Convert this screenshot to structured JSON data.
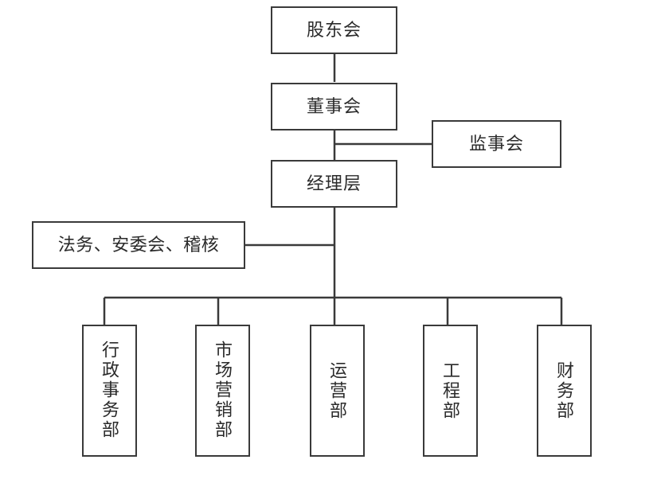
{
  "diagram": {
    "type": "organization-chart",
    "title": "",
    "stroke_color": "#3a3a3a",
    "text_color": "#2b2b2b",
    "background_color": "#ffffff",
    "orientation": "top-down",
    "nodes": {
      "shareholders": {
        "label": "股东会",
        "level": 1
      },
      "board": {
        "label": "董事会",
        "level": 2
      },
      "supervisors": {
        "label": "监事会",
        "level": 2
      },
      "management": {
        "label": "经理层",
        "level": 3
      },
      "legal": {
        "label": "法务、安委会、稽核",
        "level": 3
      }
    },
    "departments": [
      {
        "label": "行政事务部"
      },
      {
        "label": "市场营销部"
      },
      {
        "label": "运营部"
      },
      {
        "label": "工程部"
      },
      {
        "label": "财务部"
      }
    ]
  }
}
